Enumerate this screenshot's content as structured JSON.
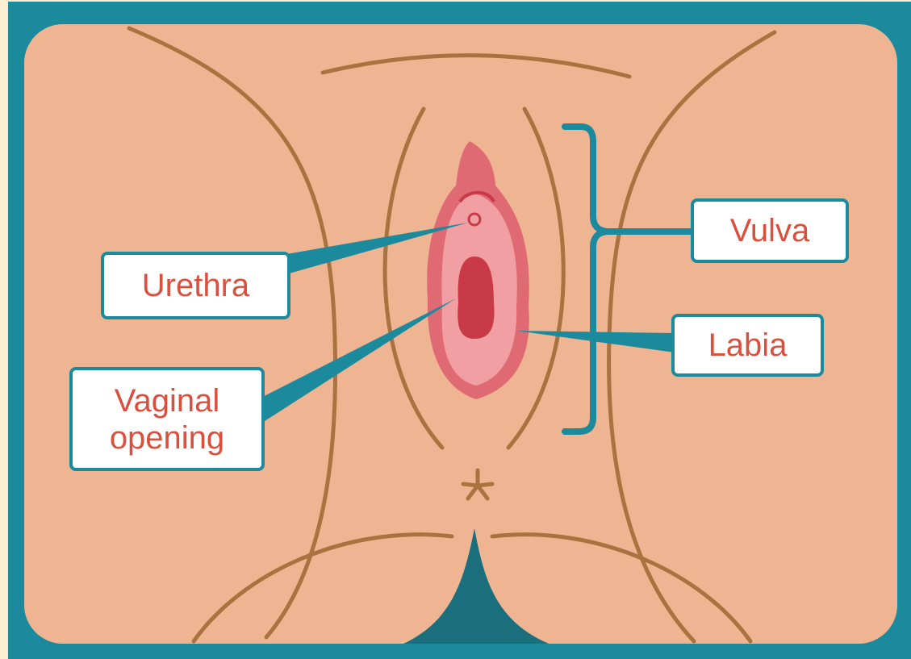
{
  "diagram": {
    "labels": {
      "urethra": "Urethra",
      "vaginal_opening": "Vaginal\nopening",
      "vulva": "Vulva",
      "labia": "Labia"
    },
    "colors": {
      "background": "#fdf0d2",
      "frame": "#1b8a9c",
      "skin": "#efb592",
      "outline": "#a8733e",
      "labia_outer": "#e06a73",
      "labia_inner": "#f29fa4",
      "opening": "#c83a47",
      "label_text": "#d9503f"
    },
    "icons": {
      "anus": "star-icon"
    }
  }
}
